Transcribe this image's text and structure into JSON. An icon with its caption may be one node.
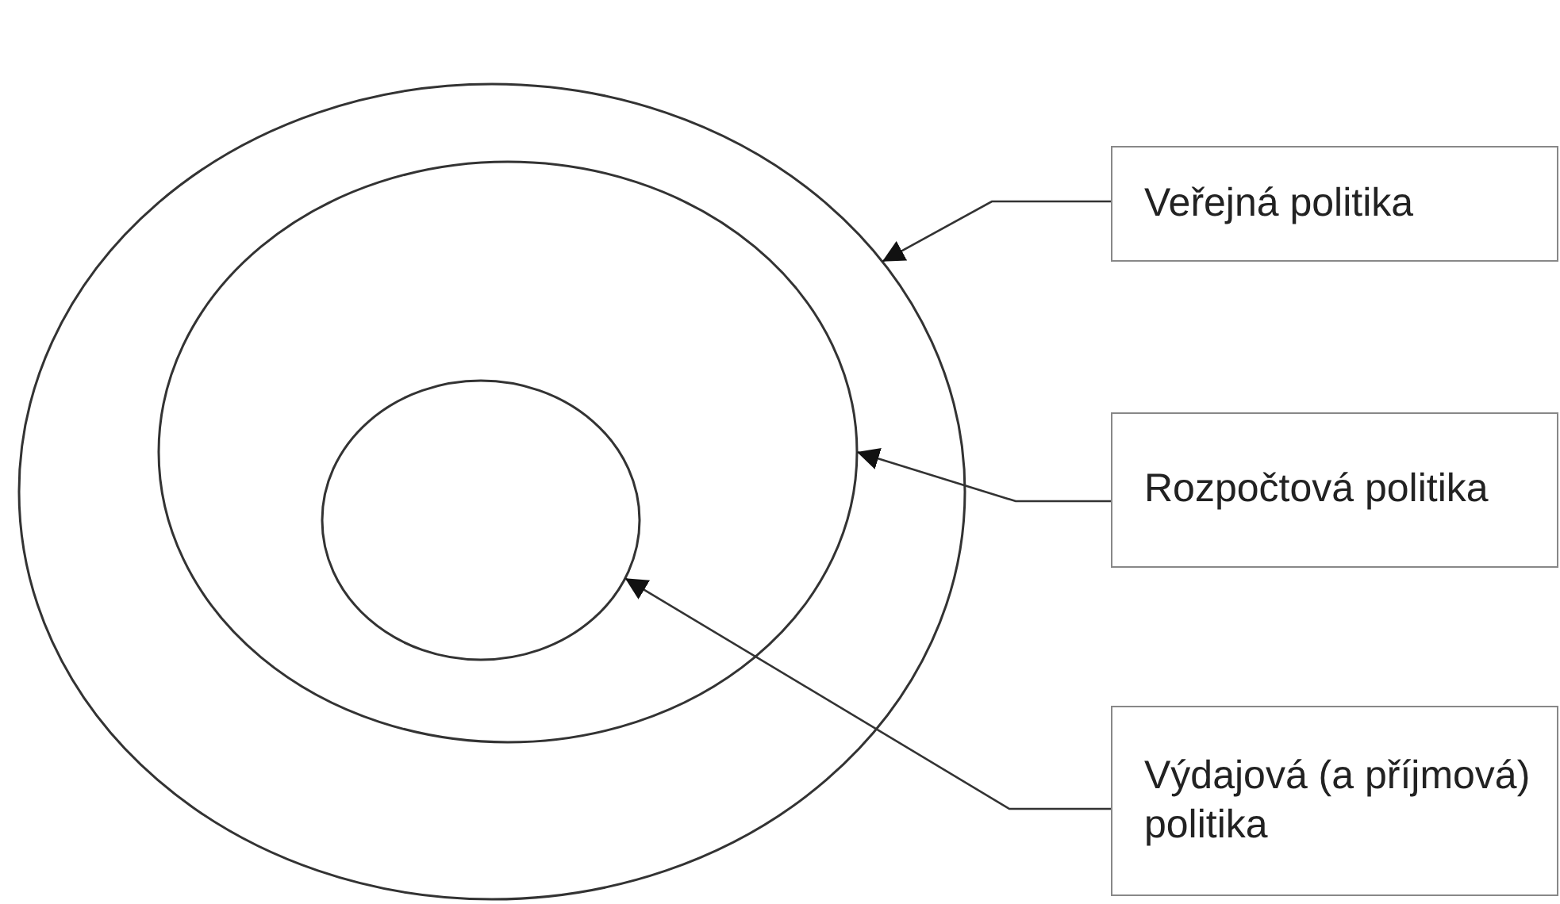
{
  "diagram": {
    "nodes": [
      {
        "text": [],
        "shape": "ellipse"
      },
      {
        "text": [],
        "shape": "ellipse",
        "in": 0
      },
      {
        "text": [],
        "shape": "ellipse",
        "in": 1
      },
      {
        "text": [
          "Veřejná politika"
        ]
      },
      {
        "text": [
          "Rozpočtová politika"
        ]
      },
      {
        "text": [
          "Výdajová (a příjmová) politika"
        ]
      }
    ],
    "edges": [
      {
        "from": 3,
        "to": 0,
        "arrow": "to"
      },
      {
        "from": 4,
        "to": 1,
        "arrow": "to"
      },
      {
        "from": 5,
        "to": 2,
        "arrow": "to"
      }
    ]
  }
}
